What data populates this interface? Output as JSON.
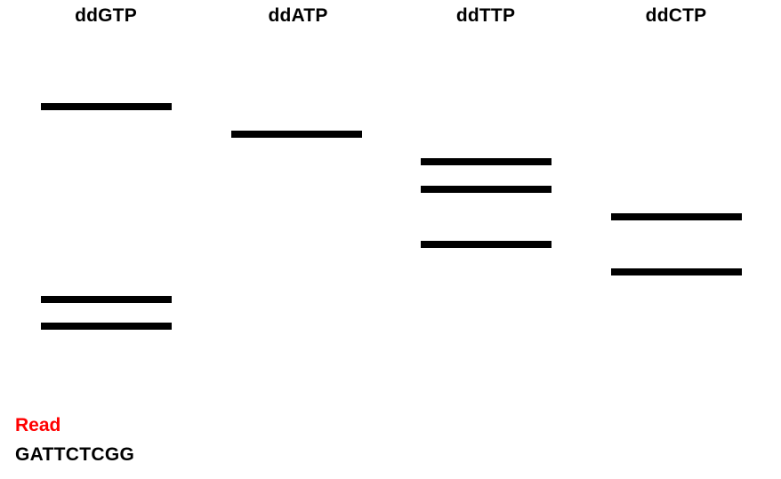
{
  "lanes": [
    {
      "label": "ddGTP"
    },
    {
      "label": "ddATP"
    },
    {
      "label": "ddTTP"
    },
    {
      "label": "ddCTP"
    }
  ],
  "read": {
    "label": "Read",
    "label_color": "#ff0000",
    "sequence": "GATTCTCGG"
  }
}
